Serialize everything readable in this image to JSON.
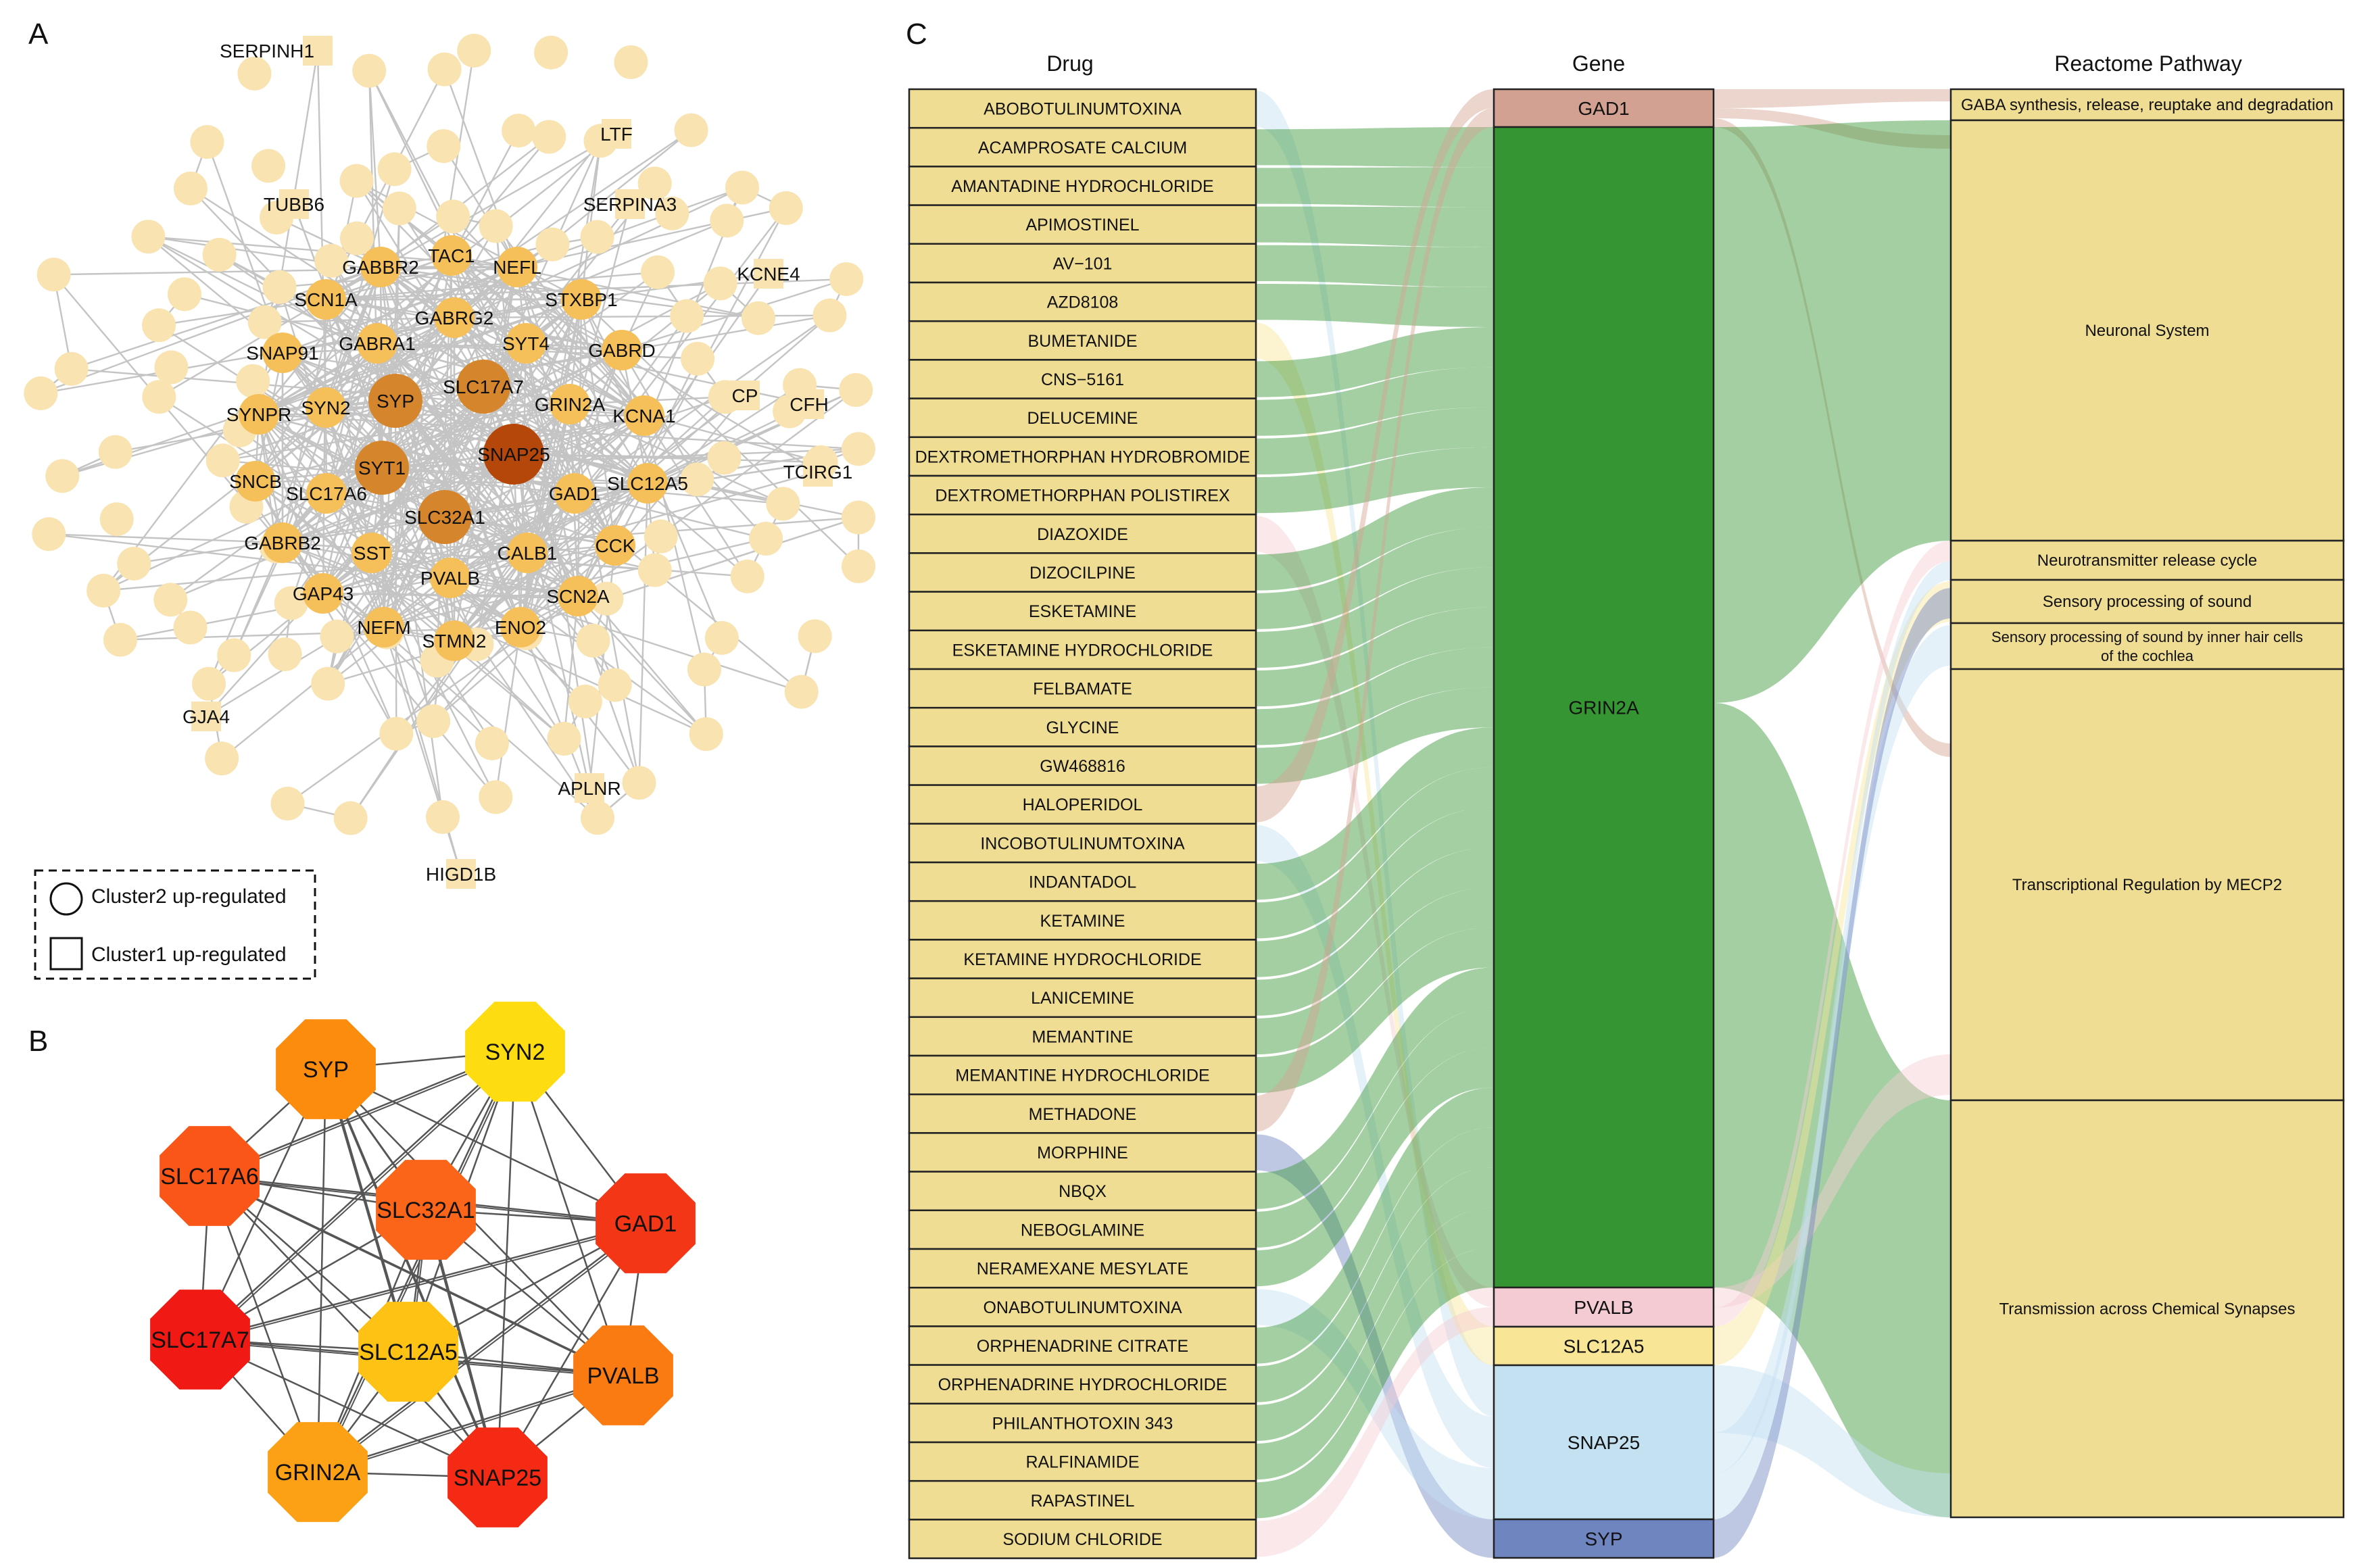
{
  "panels": {
    "a": "A",
    "b": "B",
    "c": "C"
  },
  "network": {
    "colors": {
      "edge": "#c4c4c4",
      "peripheral": "#f8e3b1",
      "hub_light": "#f5c05a",
      "hub_mid": "#eba23a",
      "hub_dark": "#d5852b",
      "hub_darkest": "#b5470a"
    },
    "inner_nodes": [
      {
        "label": "TAC1",
        "level": 1
      },
      {
        "label": "NEFL",
        "level": 1
      },
      {
        "label": "GABBR2",
        "level": 1
      },
      {
        "label": "STXBP1",
        "level": 1
      },
      {
        "label": "SCN1A",
        "level": 1
      },
      {
        "label": "GABRG2",
        "level": 1
      },
      {
        "label": "SYT4",
        "level": 1
      },
      {
        "label": "GABRA1",
        "level": 1
      },
      {
        "label": "GABRD",
        "level": 1
      },
      {
        "label": "SNAP91",
        "level": 1
      },
      {
        "label": "SLC17A7",
        "level": 2
      },
      {
        "label": "SYP",
        "level": 2
      },
      {
        "label": "SYN2",
        "level": 1
      },
      {
        "label": "GRIN2A",
        "level": 1
      },
      {
        "label": "KCNA1",
        "level": 1
      },
      {
        "label": "SYNPR",
        "level": 1
      },
      {
        "label": "SNAP25",
        "level": 3
      },
      {
        "label": "SYT1",
        "level": 2
      },
      {
        "label": "SNCB",
        "level": 1
      },
      {
        "label": "SLC17A6",
        "level": 1
      },
      {
        "label": "GAD1",
        "level": 1
      },
      {
        "label": "SLC12A5",
        "level": 1
      },
      {
        "label": "SLC32A1",
        "level": 2
      },
      {
        "label": "GABRB2",
        "level": 1
      },
      {
        "label": "CALB1",
        "level": 1
      },
      {
        "label": "CCK",
        "level": 1
      },
      {
        "label": "SST",
        "level": 1
      },
      {
        "label": "PVALB",
        "level": 1
      },
      {
        "label": "GAP43",
        "level": 1
      },
      {
        "label": "SCN2A",
        "level": 1
      },
      {
        "label": "NEFM",
        "level": 1
      },
      {
        "label": "ENO2",
        "level": 1
      },
      {
        "label": "STMN2",
        "level": 1
      }
    ],
    "square_nodes": [
      "SERPINH1",
      "LTF",
      "TUBB6",
      "SERPINA3",
      "KCNE4",
      "CP",
      "CFH",
      "TCIRG1",
      "GJA4",
      "APLNR",
      "HIGD1B"
    ],
    "legend": {
      "circle": "Cluster2 up-regulated",
      "square": "Cluster1 up-regulated"
    }
  },
  "hub": {
    "nodes": [
      {
        "label": "SYP",
        "color": "#fb8c0e"
      },
      {
        "label": "SYN2",
        "color": "#fddc12"
      },
      {
        "label": "SLC17A6",
        "color": "#fa5618"
      },
      {
        "label": "SLC32A1",
        "color": "#fb651a"
      },
      {
        "label": "GAD1",
        "color": "#f33616"
      },
      {
        "label": "SLC17A7",
        "color": "#f01914"
      },
      {
        "label": "SLC12A5",
        "color": "#fdc213"
      },
      {
        "label": "PVALB",
        "color": "#fb7b13"
      },
      {
        "label": "GRIN2A",
        "color": "#fca015"
      },
      {
        "label": "SNAP25",
        "color": "#f52a14"
      }
    ]
  },
  "sankey": {
    "headers": {
      "drug": "Drug",
      "gene": "Gene",
      "pathway": "Reactome Pathway"
    },
    "drugs": [
      "ABOBOTULINUMTOXINA",
      "ACAMPROSATE CALCIUM",
      "AMANTADINE HYDROCHLORIDE",
      "APIMOSTINEL",
      "AV−101",
      "AZD8108",
      "BUMETANIDE",
      "CNS−5161",
      "DELUCEMINE",
      "DEXTROMETHORPHAN HYDROBROMIDE",
      "DEXTROMETHORPHAN POLISTIREX",
      "DIAZOXIDE",
      "DIZOCILPINE",
      "ESKETAMINE",
      "ESKETAMINE HYDROCHLORIDE",
      "FELBAMATE",
      "GLYCINE",
      "GW468816",
      "HALOPERIDOL",
      "INCOBOTULINUMTOXINA",
      "INDANTADOL",
      "KETAMINE",
      "KETAMINE HYDROCHLORIDE",
      "LANICEMINE",
      "MEMANTINE",
      "MEMANTINE HYDROCHLORIDE",
      "METHADONE",
      "MORPHINE",
      "NBQX",
      "NEBOGLAMINE",
      "NERAMEXANE MESYLATE",
      "ONABOTULINUMTOXINA",
      "ORPHENADRINE CITRATE",
      "ORPHENADRINE HYDROCHLORIDE",
      "PHILANTHOTOXIN 343",
      "RALFINAMIDE",
      "RAPASTINEL",
      "SODIUM CHLORIDE"
    ],
    "genes": [
      {
        "label": "GAD1",
        "color": "#d2a191"
      },
      {
        "label": "GRIN2A",
        "color": "#369533"
      },
      {
        "label": "PVALB",
        "color": "#f4cbd3"
      },
      {
        "label": "SLC12A5",
        "color": "#f8e596"
      },
      {
        "label": "SNAP25",
        "color": "#c3e1f1"
      },
      {
        "label": "SYP",
        "color": "#6e85c0"
      }
    ],
    "pathways": [
      {
        "label": "GABA synthesis, release, reuptake and degradation"
      },
      {
        "label": "Neuronal System"
      },
      {
        "label": "Neurotransmitter release cycle"
      },
      {
        "label": "Sensory processing of sound"
      },
      {
        "label": "Sensory processing of sound by inner hair cells of the cochlea"
      },
      {
        "label": "Transcriptional Regulation by MECP2"
      },
      {
        "label": "Transmission across Chemical Synapses"
      }
    ],
    "node_color": "#efdd94"
  }
}
